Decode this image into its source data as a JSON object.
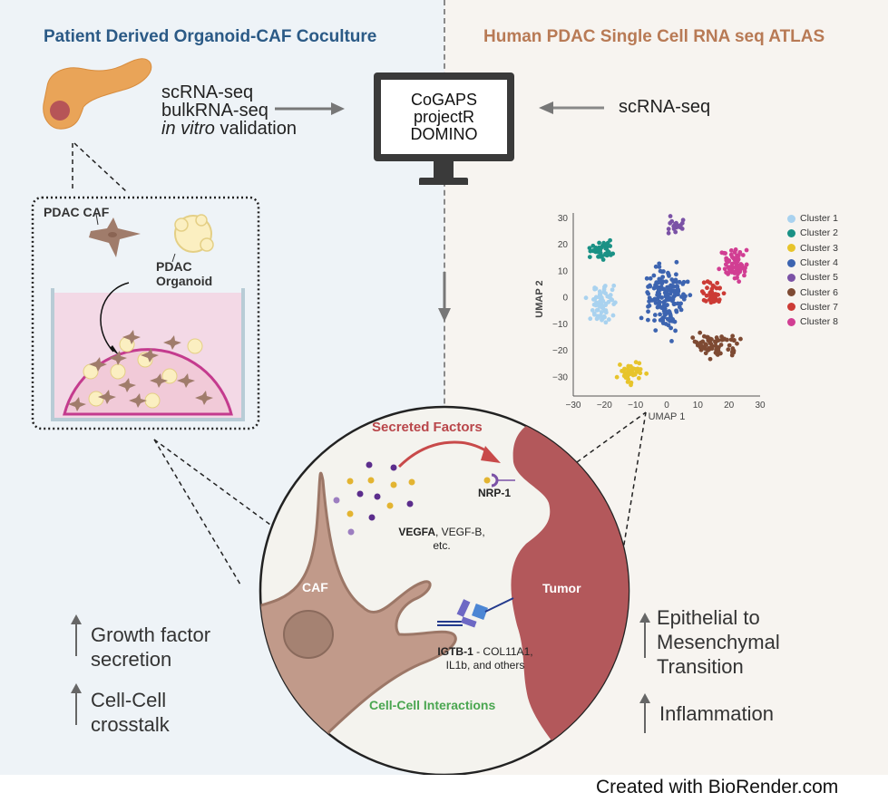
{
  "left_panel": {
    "title": "Patient Derived Organoid-CAF Coculture",
    "methods": [
      "scRNA-seq",
      "bulkRNA-seq"
    ],
    "validation_italic": "in vitro",
    "validation_rest": " validation",
    "coculture_box": {
      "caf_label": "PDAC CAF",
      "organoid_label_1": "PDAC",
      "organoid_label_2": "Organoid"
    },
    "outcomes": [
      {
        "line1": "Growth factor",
        "line2": "secretion"
      },
      {
        "line1": "Cell-Cell",
        "line2": "crosstalk"
      }
    ]
  },
  "right_panel": {
    "title": "Human PDAC Single Cell RNA seq ATLAS",
    "method": "scRNA-seq",
    "outcomes": [
      {
        "lines": [
          "Epithelial to",
          "Mesenchymal",
          "Transition"
        ]
      },
      {
        "lines": [
          "Inflammation"
        ]
      }
    ]
  },
  "computer": {
    "tools": [
      "CoGAPS",
      "projectR",
      "DOMINO"
    ]
  },
  "interaction_circle": {
    "secreted_title": "Secreted Factors",
    "vegf_bold": "VEGFA",
    "vegf_rest": ", VEGF-B,",
    "vegf_etc": "etc.",
    "receptor_label": "NRP-1",
    "caf_label": "CAF",
    "tumor_label": "Tumor",
    "igtb_bold": "IGTB-1",
    "igtb_rest": " - COL11A1,",
    "igtb_line2": "IL1b, and others",
    "footer_title": "Cell-Cell Interactions"
  },
  "chart_data": {
    "type": "scatter",
    "title": "",
    "xlabel": "UMAP 1",
    "ylabel": "UMAP 2",
    "xlim": [
      -30,
      30
    ],
    "ylim": [
      -37,
      32
    ],
    "xticks": [
      -30,
      -20,
      -10,
      0,
      10,
      20,
      30
    ],
    "yticks": [
      -30,
      -20,
      -10,
      0,
      10,
      20,
      30
    ],
    "grid": false,
    "legend_position": "right",
    "series": [
      {
        "name": "Cluster 1",
        "color": "#a9d2ef",
        "center": [
          -20,
          -2
        ],
        "spread": [
          5,
          8
        ],
        "n": 70
      },
      {
        "name": "Cluster 2",
        "color": "#1a9185",
        "center": [
          -21,
          18
        ],
        "spread": [
          5,
          4
        ],
        "n": 40
      },
      {
        "name": "Cluster 3",
        "color": "#e7c42b",
        "center": [
          -11,
          -28
        ],
        "spread": [
          4.5,
          4
        ],
        "n": 40
      },
      {
        "name": "Cluster 4",
        "color": "#3d64b0",
        "center": [
          0,
          0
        ],
        "spread": [
          8,
          14
        ],
        "n": 160
      },
      {
        "name": "Cluster 5",
        "color": "#7b52a6",
        "center": [
          3,
          27
        ],
        "spread": [
          4,
          3
        ],
        "n": 22
      },
      {
        "name": "Cluster 6",
        "color": "#7e4a33",
        "center": [
          16,
          -18
        ],
        "spread": [
          9,
          5
        ],
        "n": 75
      },
      {
        "name": "Cluster 7",
        "color": "#cc3b35",
        "center": [
          15,
          1
        ],
        "spread": [
          3.5,
          6
        ],
        "n": 40
      },
      {
        "name": "Cluster 8",
        "color": "#d13e93",
        "center": [
          22,
          13
        ],
        "spread": [
          5,
          7
        ],
        "n": 70
      }
    ]
  },
  "footer": {
    "credit": "Created with BioRender.com"
  }
}
